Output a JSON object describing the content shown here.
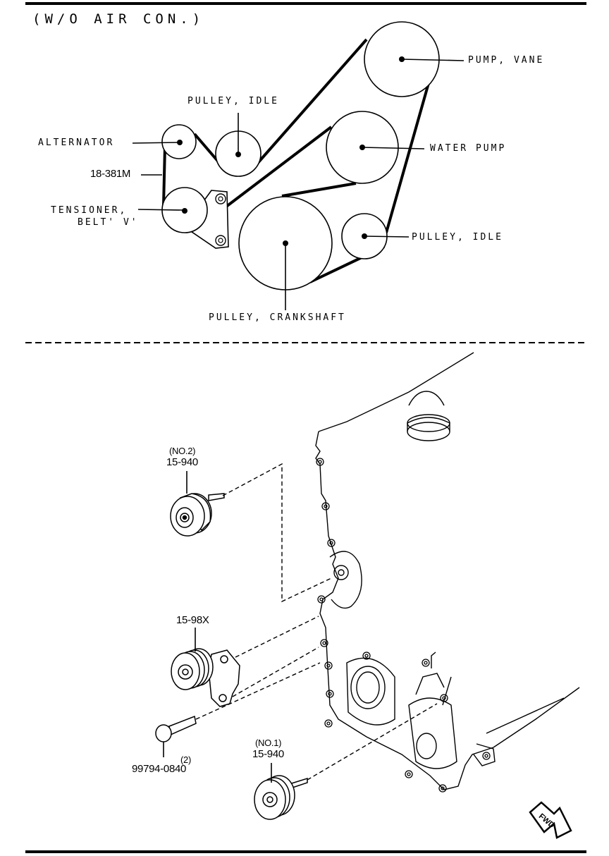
{
  "top_diagram": {
    "heading": "(W/O AIR CON.)",
    "labels": {
      "pump_vane": "PUMP, VANE",
      "pulley_idle_top": "PULLEY, IDLE",
      "alternator": "ALTERNATOR",
      "water_pump": "WATER PUMP",
      "belt_part": "18-381M",
      "tensioner_line1": "TENSIONER,",
      "tensioner_line2": "BELT' V'",
      "pulley_idle_right": "PULLEY, IDLE",
      "pulley_crankshaft": "PULLEY, CRANKSHAFT"
    }
  },
  "bottom_diagram": {
    "idler_no2_tag": "(NO.2)",
    "idler_no2_part": "15-940",
    "tensioner_part": "15-98X",
    "bolt_qty": "(2)",
    "bolt_part": "99794-0840",
    "idler_no1_tag": "(NO.1)",
    "idler_no1_part": "15-940",
    "fwd_arrow": "FWD"
  }
}
